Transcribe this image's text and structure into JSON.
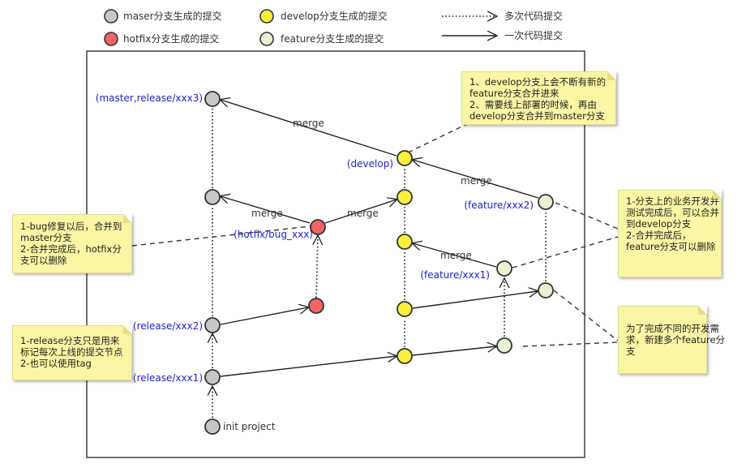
{
  "legend": {
    "master": {
      "label": "maser分支生成的提交",
      "color": "#c7c7c7"
    },
    "hotfix": {
      "label": "hotfix分支生成的提交",
      "color": "#f06464"
    },
    "develop": {
      "label": "develop分支生成的提交",
      "color": "#faf03c"
    },
    "feature": {
      "label": "feature分支生成的提交",
      "color": "#e6f2d2"
    },
    "multi_commit": "多次代码提交",
    "single_commit": "一次代码提交"
  },
  "labels": {
    "master_release_xxx3": "(master,release/xxx3)",
    "develop": "(develop)",
    "feature_xxx2": "(feature/xxx2)",
    "hotfix_bug_xxx": "(hotfix/bug_xxx)",
    "feature_xxx1": "(feature/xxx1)",
    "release_xxx2": "(release/xxx2)",
    "release_xxx1": "(release/xxx1)",
    "init_project": "init project",
    "merge": "merge"
  },
  "notes": {
    "develop": [
      "1、develop分支上会不断有新的",
      "feature分支合并进来",
      "2、需要线上部署的时候，再由",
      "develop分支合并到master分支"
    ],
    "hotfix": [
      "1-bug修复以后，合并到",
      "master分支",
      "2-合并完成后，hotfix分",
      "支可以删除"
    ],
    "feature": [
      "1-分支上的业务开发并",
      "测试完成后，可以合并",
      "到develop分支",
      "2-合并完成后，",
      "feature分支可以删除"
    ],
    "release": [
      "1-release分支只是用来",
      "标记每次上线的提交节点",
      "2-也可以使用tag"
    ],
    "new_feature": [
      "为了完成不同的开发需",
      "求，新建多个feature分",
      "支"
    ]
  },
  "colors": {
    "master": "#c7c7c7",
    "hotfix": "#f06464",
    "develop": "#faf03c",
    "feature": "#e6f2d2",
    "branch_label": "#2222cc",
    "note_bg": "#fbf6a4"
  }
}
